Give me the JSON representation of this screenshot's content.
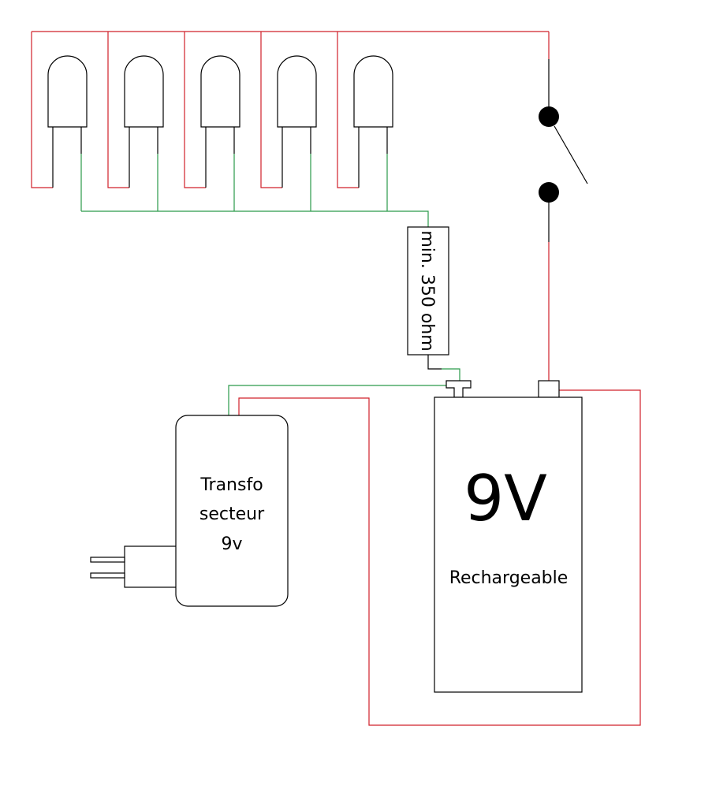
{
  "colors": {
    "positive_wire": "#d0202a",
    "negative_wire": "#2a9a4a",
    "outline": "#000000",
    "background": "#ffffff"
  },
  "leds": {
    "count": 5
  },
  "resistor": {
    "label": "min. 350 ohm"
  },
  "transformer": {
    "lines": [
      "Transfo",
      "secteur",
      "9v"
    ]
  },
  "battery": {
    "voltage": "9V",
    "label": "Rechargeable"
  },
  "switch": {
    "state": "open"
  }
}
